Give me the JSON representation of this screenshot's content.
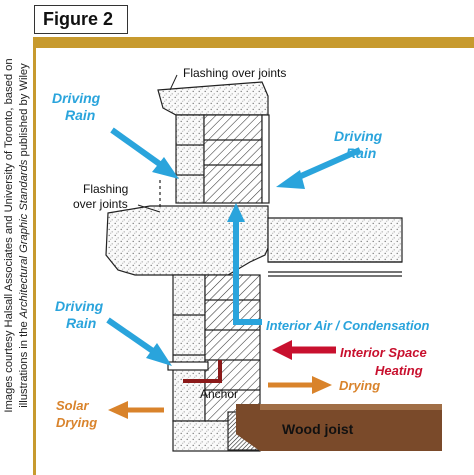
{
  "figure": {
    "label": "Figure 2"
  },
  "credit": {
    "line1": "Images courtesy Halsall Associates and University of Toronto, based on",
    "line2_pre": "illustrations in the ",
    "line2_italic": "Architectural Graphic Standards",
    "line2_post": " published by Wiley"
  },
  "labels": {
    "flashing_top": "Flashing over joints",
    "flashing_mid_1": "Flashing",
    "flashing_mid_2": "over joints",
    "rain_tl_1": "Driving",
    "rain_tl_2": "Rain",
    "rain_right_1": "Driving",
    "rain_right_2": "Rain",
    "rain_bl_1": "Driving",
    "rain_bl_2": "Rain",
    "interior_air": "Interior Air / Condensation",
    "interior_heating_1": "Interior Space",
    "interior_heating_2": "Heating",
    "drying": "Drying",
    "solar_1": "Solar",
    "solar_2": "Drying",
    "anchor": "Anchor",
    "wood_joist": "Wood joist"
  },
  "colors": {
    "accent_gold": "#c79a2e",
    "rain_blue": "#2aa4dc",
    "heat_red": "#c8102e",
    "dry_orange": "#d9832b",
    "joist_brown": "#7a4a2a"
  }
}
